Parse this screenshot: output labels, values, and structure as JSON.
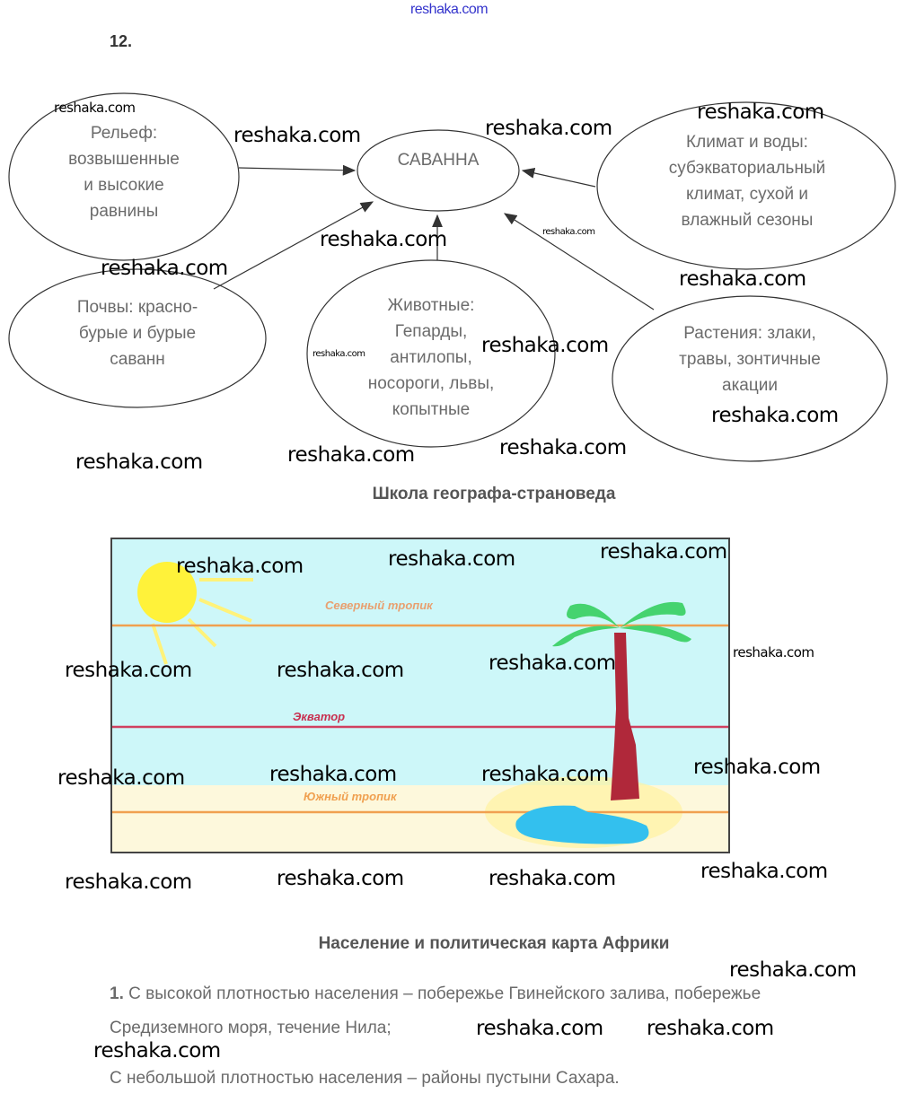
{
  "site_header": "reshaka.com",
  "task_number": "12.",
  "diagram": {
    "center": "САВАННА",
    "relief": [
      "Рельеф:",
      "возвышенные",
      "и высокие",
      "равнины"
    ],
    "climate": [
      "Климат и воды:",
      "субэкваториальный",
      "климат, сухой и",
      "влажный сезоны"
    ],
    "soils": [
      "Почвы: красно-",
      "бурые и бурые",
      "саванн"
    ],
    "animals": [
      "Животные:",
      "Гепарды,",
      "антилопы,",
      "носороги, львы,",
      "копытные"
    ],
    "plants": [
      "Растения: злаки,",
      "травы, зонтичные",
      "акации"
    ]
  },
  "section1_title": "Школа географа-страноведа",
  "picture": {
    "north_tropic": "Северный тропик",
    "equator": "Экватор",
    "south_tropic": "Южный тропик",
    "colors": {
      "sky": "#cdf7f9",
      "sand": "#fdf8dc",
      "tropic": "#f0a050",
      "equator": "#d04060",
      "sun": "#fff23a",
      "palm_leaves": "#45d36f",
      "trunk": "#b0283a",
      "water": "#33c0ee"
    }
  },
  "section2_title": "Население и политическая карта Африки",
  "answer": {
    "number": "1.",
    "line1": "С высокой плотностью населения – побережье Гвинейского залива, побережье",
    "line2": "Средиземного моря, течение Нила;",
    "line3": "С небольшой плотностью населения – районы пустыни Сахара."
  },
  "watermarks": [
    "reshaka.com",
    "reshaka.com",
    "reshaka.com",
    "reshaka.com",
    "reshaka.com",
    "reshaka.com",
    "reshaka.com",
    "reshaka.com",
    "reshaka.com",
    "reshaka.com",
    "reshaka.com",
    "reshaka.com",
    "reshaka.com",
    "reshaka.com",
    "reshaka.com",
    "reshaka.com",
    "reshaka.com",
    "reshaka.com",
    "reshaka.com",
    "reshaka.com",
    "reshaka.com",
    "reshaka.com",
    "reshaka.com",
    "reshaka.com",
    "reshaka.com",
    "reshaka.com",
    "reshaka.com",
    "reshaka.com",
    "reshaka.com",
    "reshaka.com",
    "reshaka.com"
  ]
}
